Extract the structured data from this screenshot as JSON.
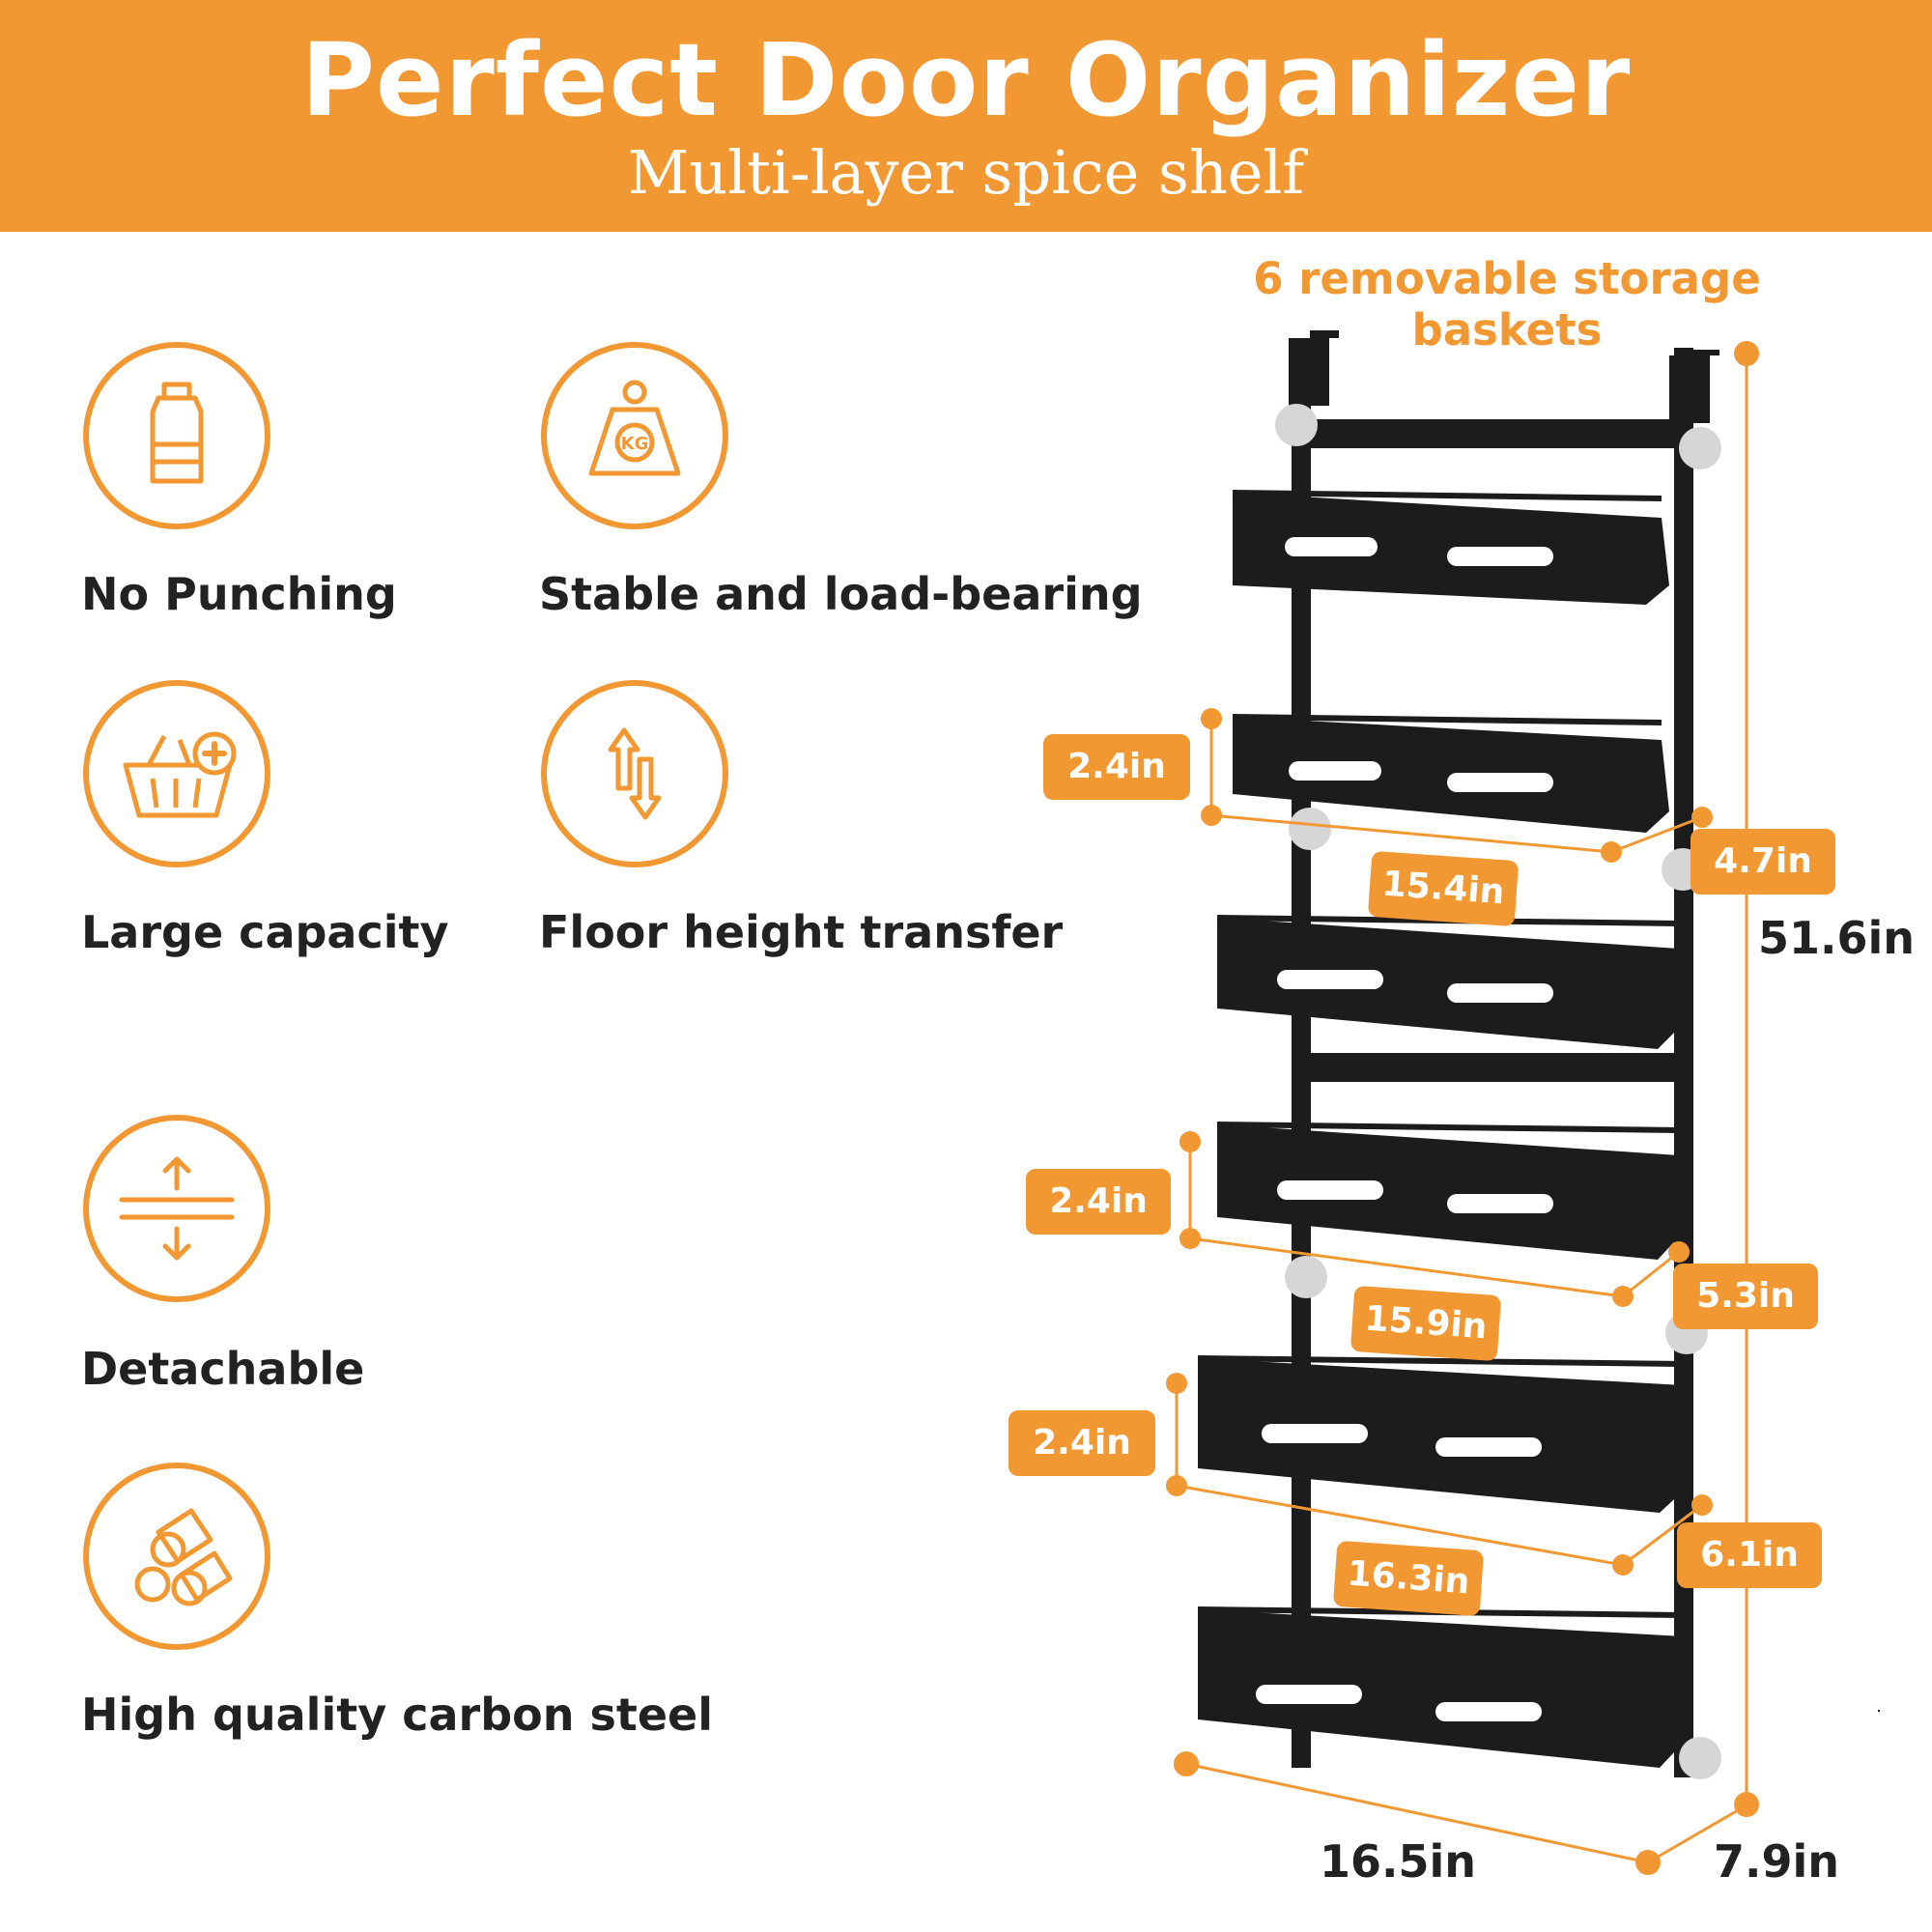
{
  "header": {
    "title": "Perfect Door Organizer",
    "subtitle": "Multi-layer spice shelf"
  },
  "features": [
    {
      "label": "No Punching",
      "icon": "bottle-icon"
    },
    {
      "label": "Stable and load-bearing",
      "icon": "weight-kg-icon"
    },
    {
      "label": "Large capacity",
      "icon": "basket-plus-icon"
    },
    {
      "label": "Floor height transfer",
      "icon": "up-down-arrows-icon"
    },
    {
      "label": "Detachable",
      "icon": "detach-arrows-icon"
    },
    {
      "label": "High quality carbon steel",
      "icon": "steel-pipes-icon"
    }
  ],
  "product": {
    "caption": "6 removable storage baskets",
    "dimensions": {
      "height_total": "51.6in",
      "basket_heights": [
        "2.4in",
        "2.4in",
        "2.4in"
      ],
      "widths": [
        "15.4in",
        "15.9in",
        "16.3in"
      ],
      "depths": [
        "4.7in",
        "5.3in",
        "6.1in"
      ],
      "bottom_width": "16.5in",
      "bottom_depth": "7.9in"
    }
  },
  "colors": {
    "accent": "#f29833",
    "text": "#222222",
    "rack": "#1c1c1c"
  }
}
